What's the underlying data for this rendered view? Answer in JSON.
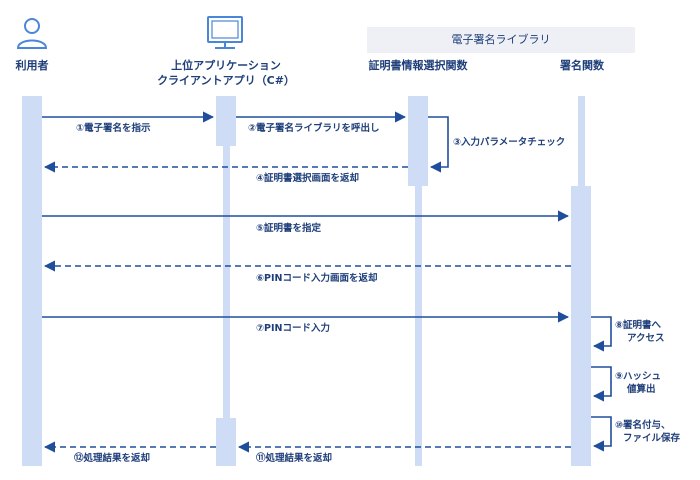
{
  "actors": {
    "user": "利用者",
    "app_line1": "上位アプリケーション",
    "app_line2": "クライアントアプリ（C#）",
    "cert_func": "証明書情報選択関数",
    "sign_func": "署名関数"
  },
  "library_label": "電子署名ライブラリ",
  "messages": [
    "①電子署名を指示",
    "②電子署名ライブラリを呼出し",
    "③入力パラメータチェック",
    "④証明書選択画面を返却",
    "⑤証明書を指定",
    "⑥PINコード入力画面を返却",
    "⑦PINコード入力",
    "⑧証明書へ",
    "アクセス",
    "⑨ハッシュ",
    "値算出",
    "⑩署名付与、",
    "ファイル保存",
    "⑪処理結果を返却",
    "⑫処理結果を返却"
  ],
  "colors": {
    "line": "#1f4e9a",
    "lifeline": "#cfdcf5",
    "text": "#1f3f7a",
    "icon": "#4a86d8",
    "banner": "#eef0f5"
  }
}
